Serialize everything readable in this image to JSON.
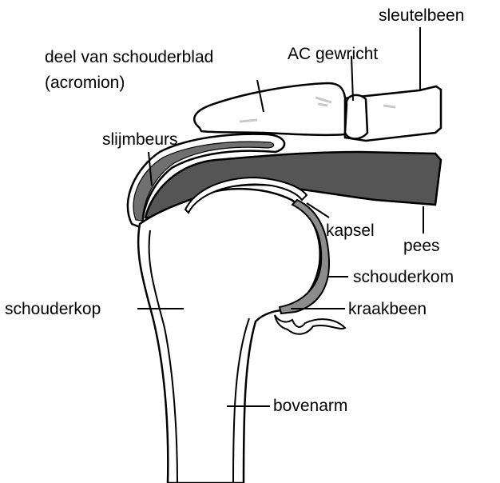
{
  "labels": {
    "sleutelbeen": "sleutelbeen",
    "acromion_line1": "deel van schouderblad",
    "acromion_line2": "(acromion)",
    "ac_gewricht": "AC gewricht",
    "slijmbeurs": "slijmbeurs",
    "kapsel": "kapsel",
    "pees": "pees",
    "schouderkom": "schouderkom",
    "schouderkop": "schouderkop",
    "kraakbeen": "kraakbeen",
    "bovenarm": "bovenarm"
  },
  "colors": {
    "outline": "#000000",
    "tendon": "#555555",
    "cartilage": "#8c8c8c",
    "bone": "#ffffff",
    "shading": "#c8c8c8"
  }
}
